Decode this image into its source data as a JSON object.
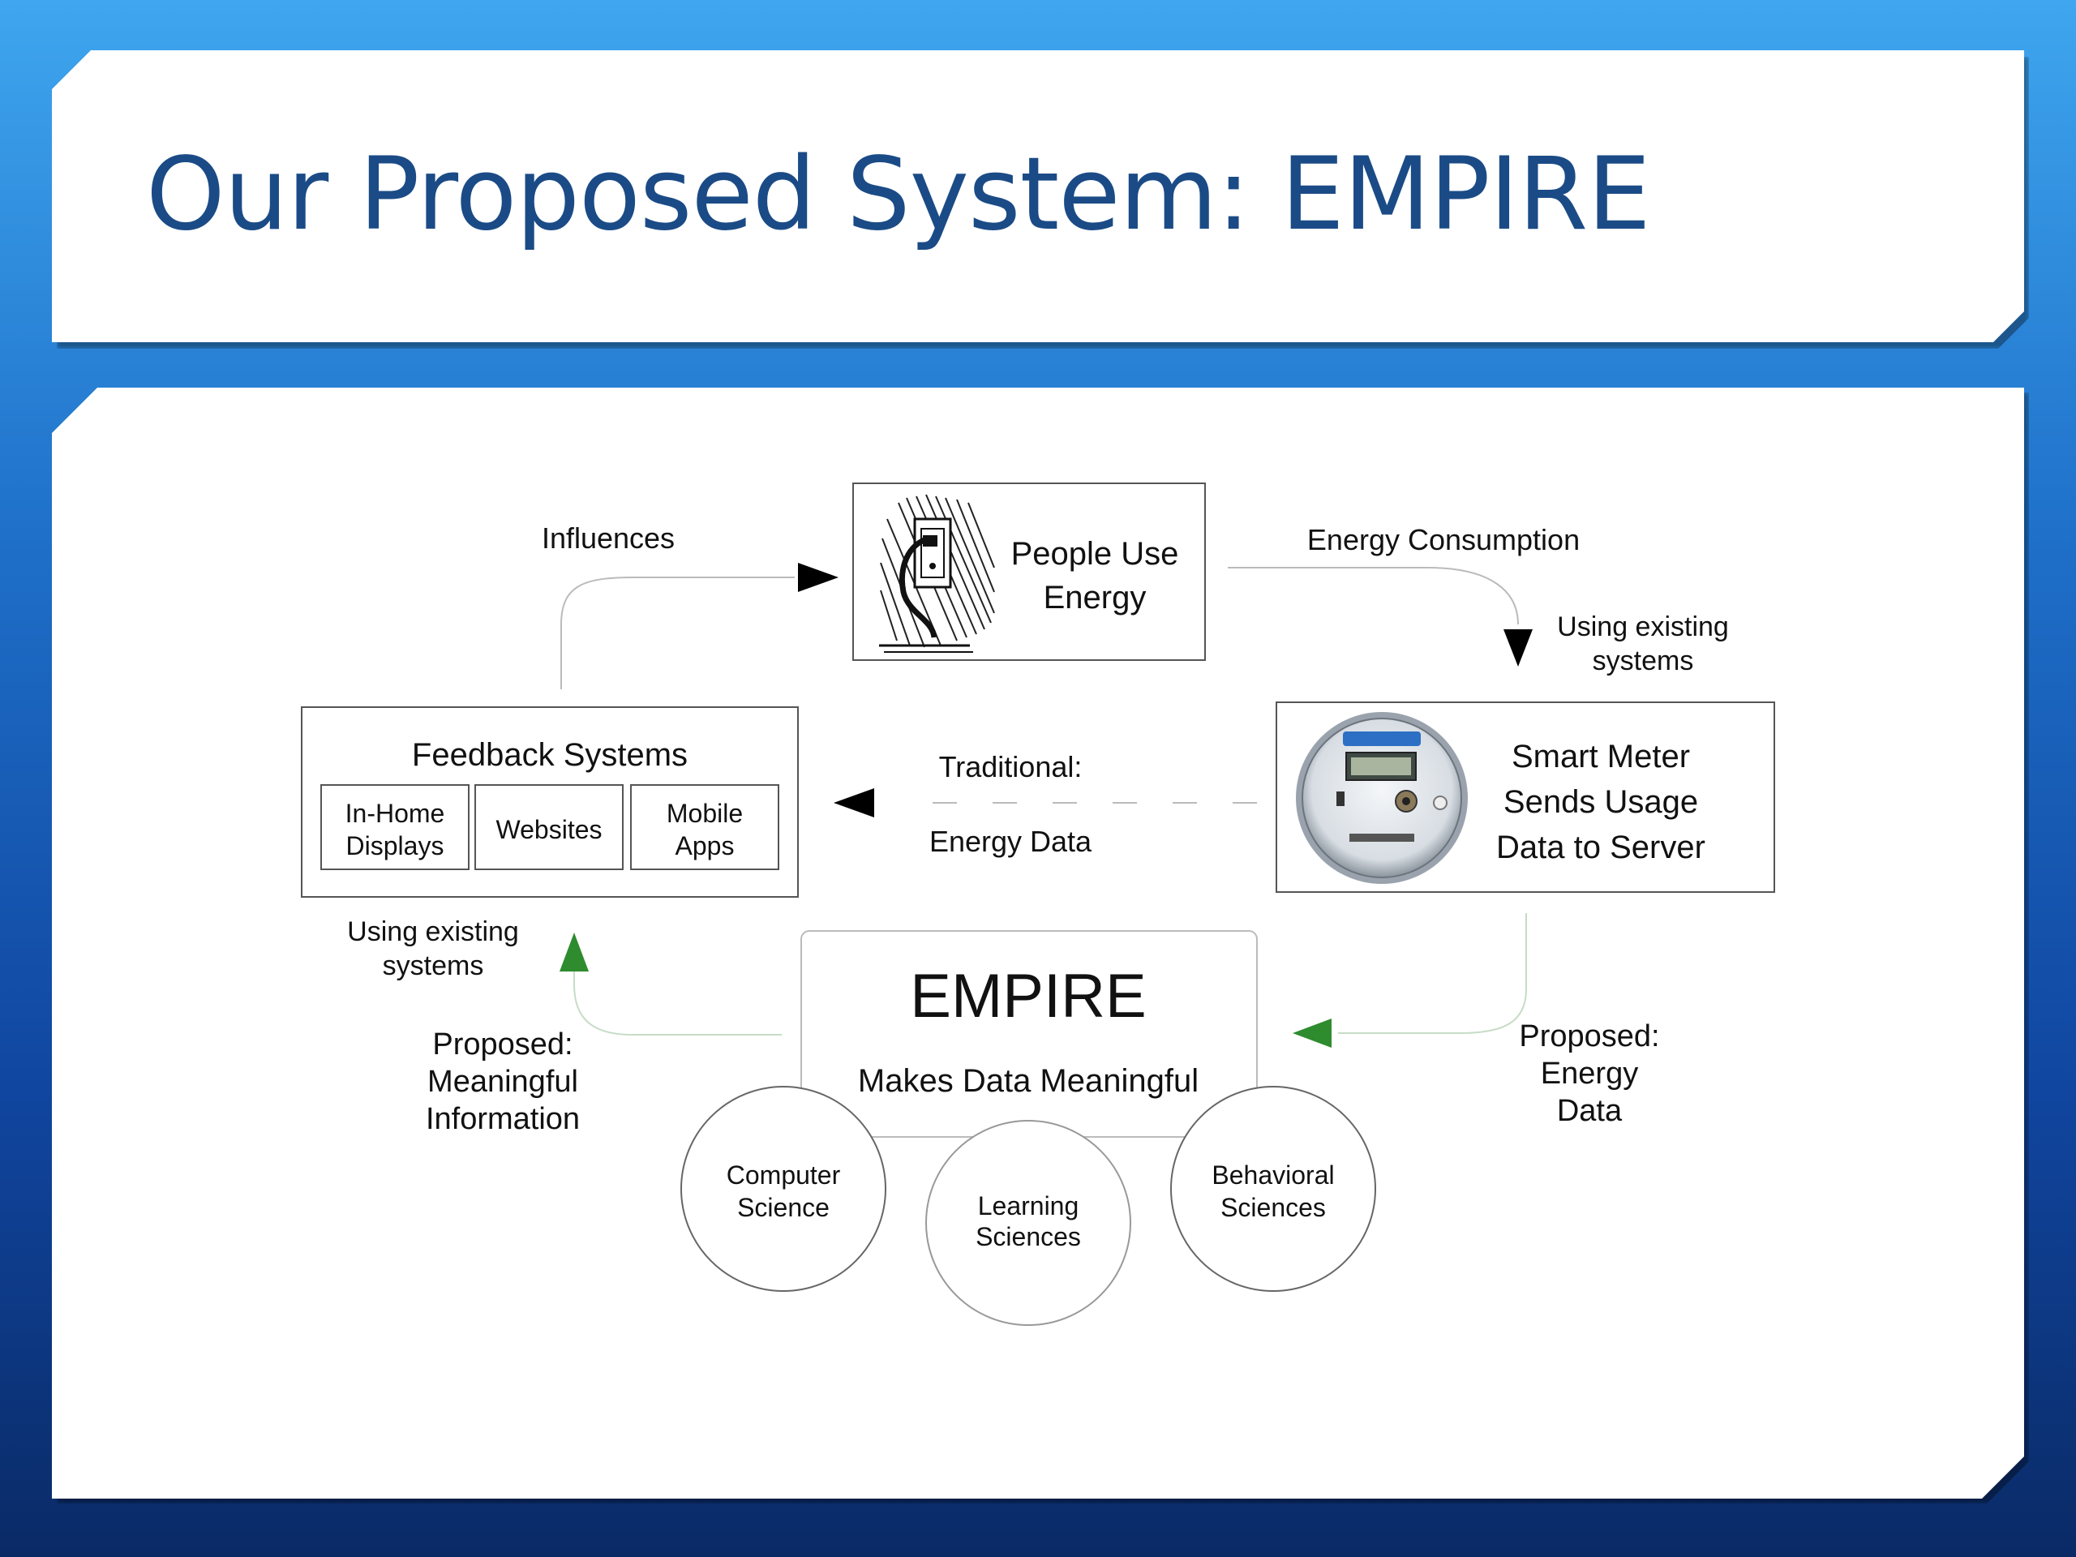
{
  "slide": {
    "title": "Our Proposed System: EMPIRE"
  },
  "diagram": {
    "people": {
      "line1": "People Use",
      "line2": "Energy"
    },
    "meter": {
      "line1": "Smart Meter",
      "line2": "Sends Usage",
      "line3": "Data to Server"
    },
    "feedback": {
      "title": "Feedback Systems",
      "items": [
        {
          "line1": "In-Home",
          "line2": "Displays"
        },
        {
          "line1": "Websites",
          "line2": ""
        },
        {
          "line1": "Mobile",
          "line2": "Apps"
        }
      ]
    },
    "empire": {
      "title": "EMPIRE",
      "subtitle": "Makes Data Meaningful"
    },
    "circles": [
      {
        "line1": "Computer",
        "line2": "Science"
      },
      {
        "line1": "Learning",
        "line2": "Sciences"
      },
      {
        "line1": "Behavioral",
        "line2": "Sciences"
      }
    ],
    "labels": {
      "influences": "Influences",
      "energy_consumption": "Energy Consumption",
      "using_existing_right_1": "Using existing",
      "using_existing_right_2": "systems",
      "traditional_1": "Traditional:",
      "traditional_2": "Energy Data",
      "using_existing_left_1": "Using existing",
      "using_existing_left_2": "systems",
      "proposed_info_1": "Proposed:",
      "proposed_info_2": "Meaningful",
      "proposed_info_3": "Information",
      "proposed_data_1": "Proposed:",
      "proposed_data_2": "Energy",
      "proposed_data_3": "Data"
    },
    "colors": {
      "proposed_arrow": "#2e8b2e",
      "traditional_arrow": "#000000"
    }
  }
}
